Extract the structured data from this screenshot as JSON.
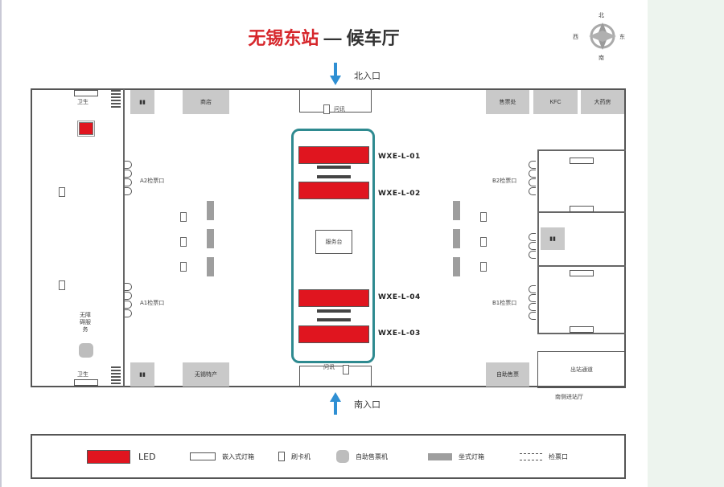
{
  "title": {
    "main": "无锡东站",
    "dash": " — ",
    "sub": "候车厅"
  },
  "compass": {
    "north": "北",
    "south": "南",
    "east": "东",
    "west": "西"
  },
  "entrances": {
    "north": "北入口",
    "south": "南入口"
  },
  "left_area": {
    "toilet_top": "卫生",
    "toilet_bottom": "卫生",
    "gate_a_upper": "A2检票口",
    "gate_a_lower": "A1检票口",
    "service_label": "无障碍服务"
  },
  "top_boxes": {
    "shop_left": "商店",
    "north_desk": "问讯",
    "ticket": "售票处",
    "kfc": "KFC",
    "drug": "大药房"
  },
  "bottom_boxes": {
    "shop_bottom": "无锡特产",
    "south_desk": "问讯",
    "info": "自助售票",
    "hall": "出站通道"
  },
  "bottom_labels": {
    "south_hall": "南侧进站厅"
  },
  "center": {
    "desk": "服务台"
  },
  "right_area": {
    "gate_b_upper": "B2检票口",
    "gate_b_lower": "B1检票口"
  },
  "led_screens": [
    {
      "id": "WXE-L-01"
    },
    {
      "id": "WXE-L-02"
    },
    {
      "id": "WXE-L-04"
    },
    {
      "id": "WXE-L-03"
    }
  ],
  "legend": {
    "led": "LED",
    "wall": "嵌入式灯箱",
    "kiosk": "刷卡机",
    "machine": "自助售票机",
    "bench": "坐式灯箱",
    "gate": "检票口"
  },
  "colors": {
    "led_red": "#e0151f",
    "highlight_teal": "#2e8a90",
    "title_red": "#d6262b",
    "arrow_blue": "#2f8fd3"
  }
}
